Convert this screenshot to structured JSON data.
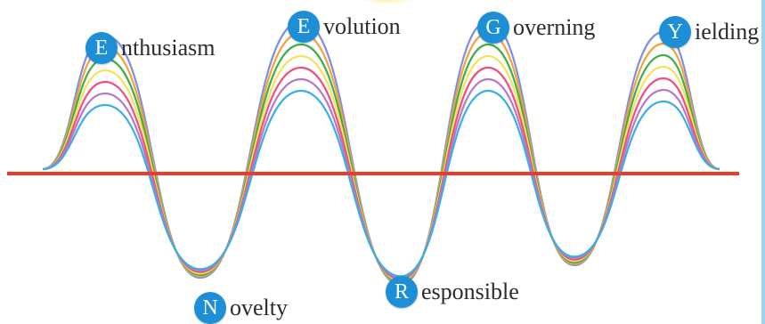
{
  "words": [
    {
      "initial": "E",
      "rest": "nthusiasm"
    },
    {
      "initial": "N",
      "rest": "ovelty"
    },
    {
      "initial": "E",
      "rest": "volution"
    },
    {
      "initial": "R",
      "rest": "esponsible"
    },
    {
      "initial": "G",
      "rest": "overning"
    },
    {
      "initial": "Y",
      "rest": "ielding"
    }
  ],
  "wave": {
    "baseline_color": "#ef3b24",
    "line_colors": [
      "#7f8ee0",
      "#f5a23a",
      "#3fae49",
      "#f3e35a",
      "#ef4f7f",
      "#b978c6",
      "#3aaee6"
    ]
  }
}
